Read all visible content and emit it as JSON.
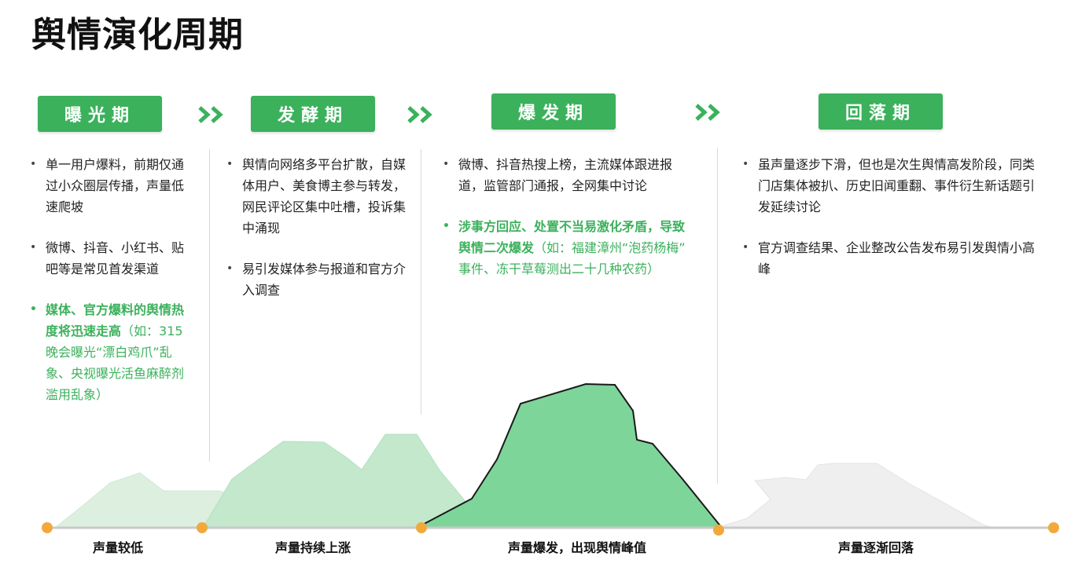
{
  "title": "舆情演化周期",
  "phases": [
    {
      "name": "曝光期"
    },
    {
      "name": "发酵期"
    },
    {
      "name": "爆发期"
    },
    {
      "name": "回落期"
    }
  ],
  "columns": {
    "exposure": {
      "bullet1": "单一用户爆料，前期仅通过小众圈层传播，声量低速爬坡",
      "bullet2": "微博、抖音、小红书、贴吧等是常见首发渠道",
      "bullet3_strong": "媒体、官方爆料的舆情热度将迅速走高",
      "bullet3_note": "（如：315晚会曝光“漂白鸡爪”乱象、央视曝光活鱼麻醉剂滥用乱象）"
    },
    "ferment": {
      "bullet1": "舆情向网络多平台扩散，自媒体用户、美食博主参与转发，网民评论区集中吐槽，投诉集中涌现",
      "bullet2": "易引发媒体参与报道和官方介入调查"
    },
    "outbreak": {
      "bullet1": "微博、抖音热搜上榜，主流媒体跟进报道，监管部门通报，全网集中讨论",
      "bullet2_strong": "涉事方回应、处置不当易激化矛盾，导致舆情二次爆发",
      "bullet2_note": "（如：福建漳州“泡药杨梅” 事件、冻干草莓测出二十几种农药）"
    },
    "decline": {
      "bullet1": "虽声量逐步下滑，但也是次生舆情高发阶段，同类门店集体被扒、历史旧闻重翻、事件衍生新话题引发延续讨论",
      "bullet2": "官方调查结果、企业整改公告发布易引发舆情小高峰"
    }
  },
  "timeline_labels": [
    "声量较低",
    "声量持续上涨",
    "声量爆发，出现舆情峰值",
    "声量逐渐回落"
  ],
  "colors": {
    "accent": "#3bb15c",
    "dot": "#f2a93b"
  }
}
